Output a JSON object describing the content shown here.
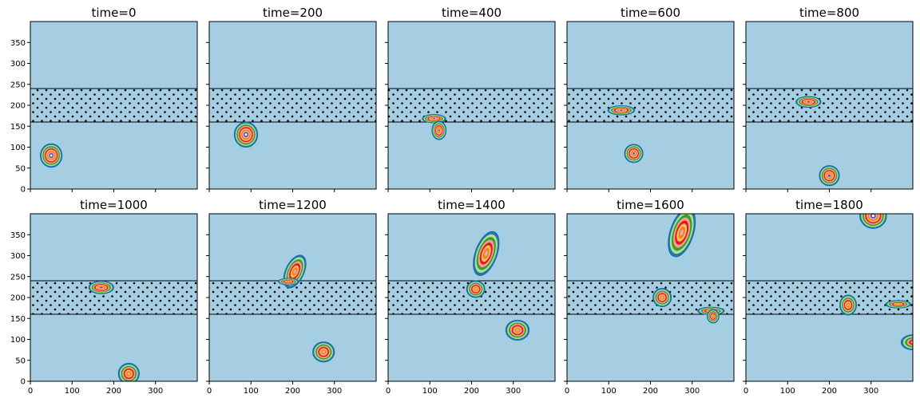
{
  "chart_data": {
    "type": "contour",
    "layout": "2 rows x 5 columns",
    "xlim": [
      0,
      400
    ],
    "ylim": [
      0,
      400
    ],
    "x_ticks": [
      0,
      100,
      200,
      300
    ],
    "y_ticks": [
      0,
      50,
      100,
      150,
      200,
      250,
      300,
      350
    ],
    "colors": {
      "background": "#a6cee3",
      "contour_levels": [
        "#1f78b4",
        "#b2df8a",
        "#33a02c",
        "#fb9a99",
        "#e31a1c",
        "#fdbf6f",
        "#ff7f00",
        "#cab2d6",
        "#6a3d9a",
        "#ffffff"
      ],
      "band_hatch": "#000000"
    },
    "band": {
      "y_min": 160,
      "y_max": 240,
      "hatch": "dots"
    },
    "panels": [
      {
        "title": "time=0",
        "blobs": [
          {
            "x": 50,
            "y": 80,
            "rx": 26,
            "ry": 28,
            "intensity": 1.0
          }
        ]
      },
      {
        "title": "time=200",
        "blobs": [
          {
            "x": 88,
            "y": 130,
            "rx": 28,
            "ry": 30,
            "intensity": 1.0
          }
        ]
      },
      {
        "title": "time=400",
        "blobs": [
          {
            "x": 110,
            "y": 168,
            "rx": 28,
            "ry": 10,
            "intensity": 0.85
          },
          {
            "x": 122,
            "y": 140,
            "rx": 17,
            "ry": 22,
            "intensity": 0.9
          }
        ]
      },
      {
        "title": "time=600",
        "blobs": [
          {
            "x": 130,
            "y": 188,
            "rx": 32,
            "ry": 11,
            "intensity": 0.85
          },
          {
            "x": 160,
            "y": 85,
            "rx": 22,
            "ry": 22,
            "intensity": 0.9
          }
        ]
      },
      {
        "title": "time=800",
        "blobs": [
          {
            "x": 150,
            "y": 208,
            "rx": 30,
            "ry": 13,
            "intensity": 0.85
          },
          {
            "x": 200,
            "y": 32,
            "rx": 24,
            "ry": 24,
            "intensity": 0.85
          }
        ]
      },
      {
        "title": "time=1000",
        "blobs": [
          {
            "x": 170,
            "y": 224,
            "rx": 30,
            "ry": 15,
            "intensity": 0.85
          },
          {
            "x": 236,
            "y": 18,
            "rx": 25,
            "ry": 25,
            "intensity": 0.8
          }
        ]
      },
      {
        "title": "time=1200",
        "blobs": [
          {
            "x": 205,
            "y": 262,
            "rx": 22,
            "ry": 42,
            "intensity": 0.75,
            "tilt": 25
          },
          {
            "x": 190,
            "y": 238,
            "rx": 24,
            "ry": 8,
            "intensity": 0.8
          },
          {
            "x": 274,
            "y": 70,
            "rx": 26,
            "ry": 24,
            "intensity": 0.8
          }
        ]
      },
      {
        "title": "time=1400",
        "blobs": [
          {
            "x": 235,
            "y": 305,
            "rx": 26,
            "ry": 55,
            "intensity": 0.75,
            "tilt": 20
          },
          {
            "x": 210,
            "y": 220,
            "rx": 22,
            "ry": 20,
            "intensity": 0.8
          },
          {
            "x": 310,
            "y": 122,
            "rx": 28,
            "ry": 24,
            "intensity": 0.8
          }
        ]
      },
      {
        "title": "time=1600",
        "blobs": [
          {
            "x": 275,
            "y": 355,
            "rx": 28,
            "ry": 60,
            "intensity": 0.75,
            "tilt": 18
          },
          {
            "x": 228,
            "y": 200,
            "rx": 22,
            "ry": 22,
            "intensity": 0.8
          },
          {
            "x": 345,
            "y": 168,
            "rx": 32,
            "ry": 9,
            "intensity": 0.8
          },
          {
            "x": 350,
            "y": 155,
            "rx": 14,
            "ry": 16,
            "intensity": 0.75
          }
        ]
      },
      {
        "title": "time=1800",
        "blobs": [
          {
            "x": 305,
            "y": 395,
            "rx": 32,
            "ry": 30,
            "intensity": 1.0
          },
          {
            "x": 245,
            "y": 182,
            "rx": 20,
            "ry": 24,
            "intensity": 0.8
          },
          {
            "x": 365,
            "y": 184,
            "rx": 30,
            "ry": 9,
            "intensity": 0.8
          },
          {
            "x": 400,
            "y": 93,
            "rx": 28,
            "ry": 18,
            "intensity": 0.6
          }
        ]
      }
    ]
  }
}
